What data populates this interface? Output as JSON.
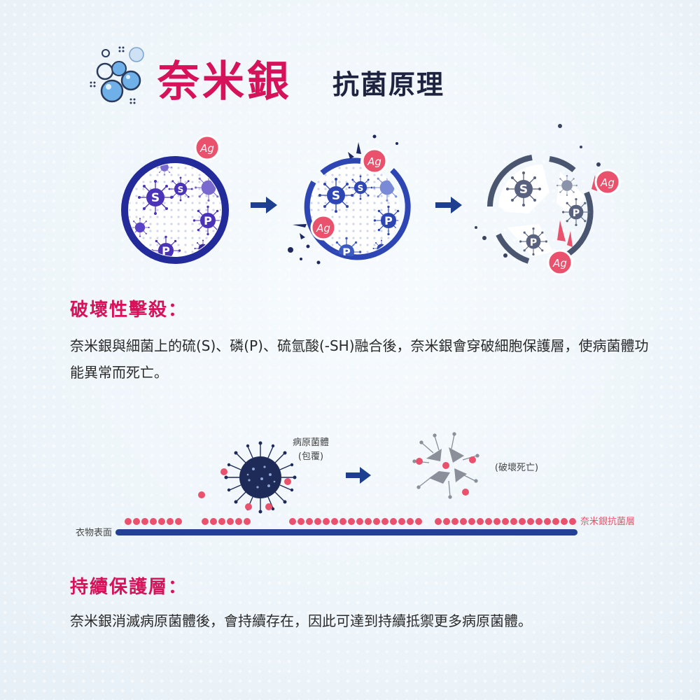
{
  "title": {
    "main": "奈米銀",
    "sub": "抗菌原理"
  },
  "top_diagram": {
    "ag": "Ag",
    "s": "S",
    "p": "P"
  },
  "section1": {
    "heading": "破壞性擊殺：",
    "text": "奈米銀與細菌上的硫(S)、磷(P)、硫氫酸(-SH)融合後，奈米銀會穿破細胞保護層，使病菌體功能異常而死亡。"
  },
  "bottom_diagram": {
    "pathogen_label_1": "病原菌體",
    "pathogen_label_2": "(包覆)",
    "destroyed_label": "(破壞死亡)",
    "surface_label": "衣物表面",
    "layer_label": "奈米銀抗菌層"
  },
  "section2": {
    "heading": "持續保護層：",
    "text": "奈米銀消滅病原菌體後，會持續存在，因此可達到持續抵禦更多病原菌體。"
  },
  "colors": {
    "accent": "#d6125a",
    "navy": "#1e2340",
    "blue": "#243fa6",
    "pink": "#e9516c"
  }
}
